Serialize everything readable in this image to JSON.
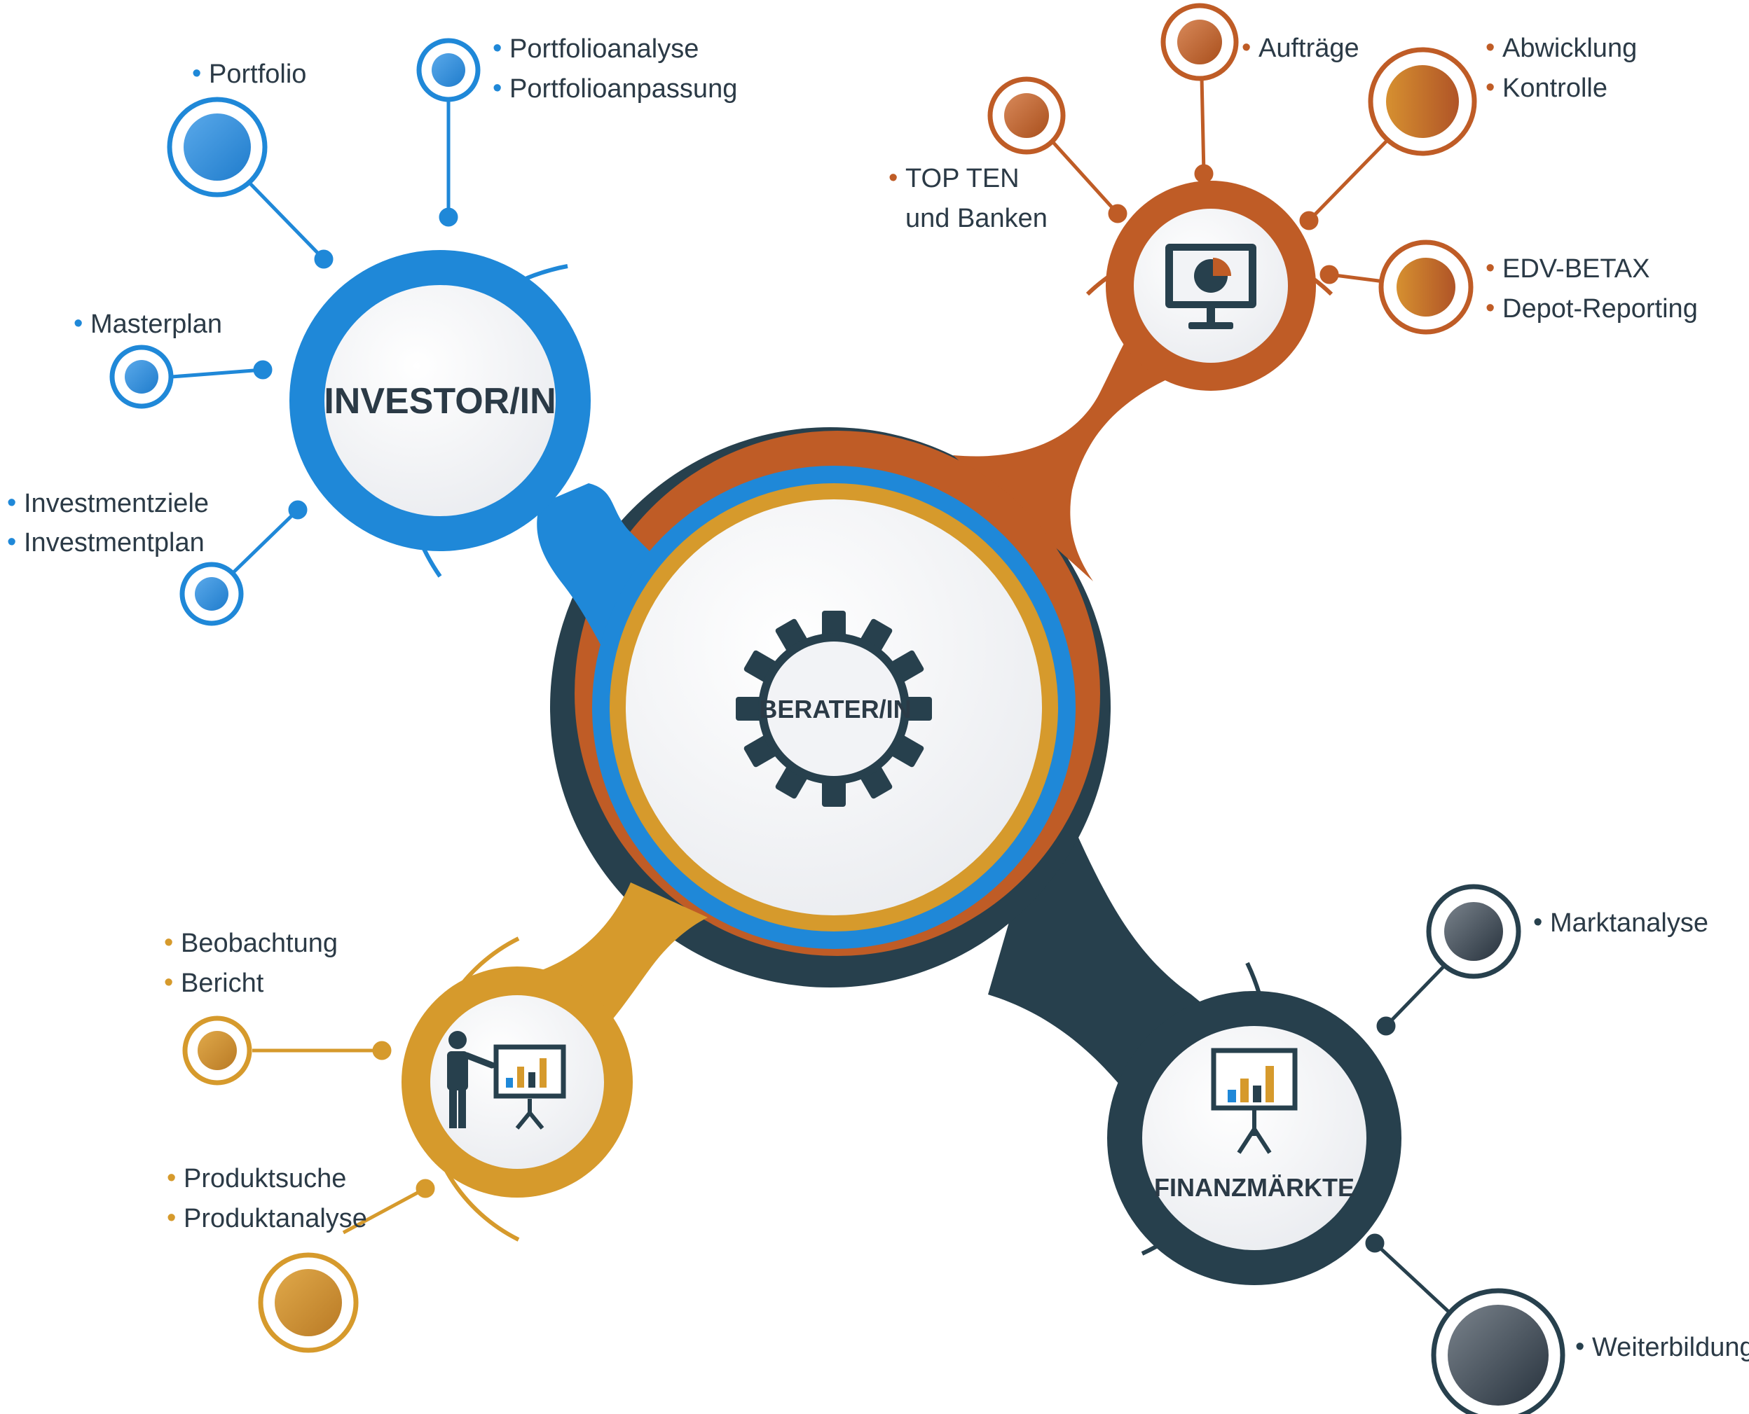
{
  "colors": {
    "blue": "#1f88d8",
    "orange": "#bf5c26",
    "gold": "#d69a2c",
    "navy": "#27404d",
    "hub_fill": "#f2f3f6",
    "text": "#2b3a46"
  },
  "center": {
    "title": "BERATER/IN",
    "icon": "gear-icon"
  },
  "investor": {
    "title": "INVESTOR/IN",
    "labels": {
      "portfolio": [
        "Portfolio"
      ],
      "portfolioanalyse": [
        "Portfolioanalyse",
        "Portfolioanpassung"
      ],
      "masterplan": [
        "Masterplan"
      ],
      "investment": [
        "Investmentziele",
        "Investmentplan"
      ]
    }
  },
  "reporting": {
    "icon": "monitor-pie-chart-icon",
    "labels": {
      "auftraege": [
        "Aufträge"
      ],
      "abwicklung": [
        "Abwicklung",
        "Kontrolle"
      ],
      "topten": [
        "TOP TEN",
        "und Banken"
      ],
      "edv": [
        "EDV-BETAX",
        "Depot-Reporting"
      ]
    }
  },
  "presentation": {
    "icon": "presenter-chart-icon",
    "labels": {
      "beobachtung": [
        "Beobachtung",
        "Bericht"
      ],
      "produkt": [
        "Produktsuche",
        "Produktanalyse"
      ]
    }
  },
  "finanzmaerkte": {
    "title": "FINANZMÄRKTE",
    "icon": "easel-bar-chart-icon",
    "labels": {
      "marktanalyse": [
        "Marktanalyse"
      ],
      "weiterbildung": [
        "Weiterbildung"
      ]
    }
  }
}
